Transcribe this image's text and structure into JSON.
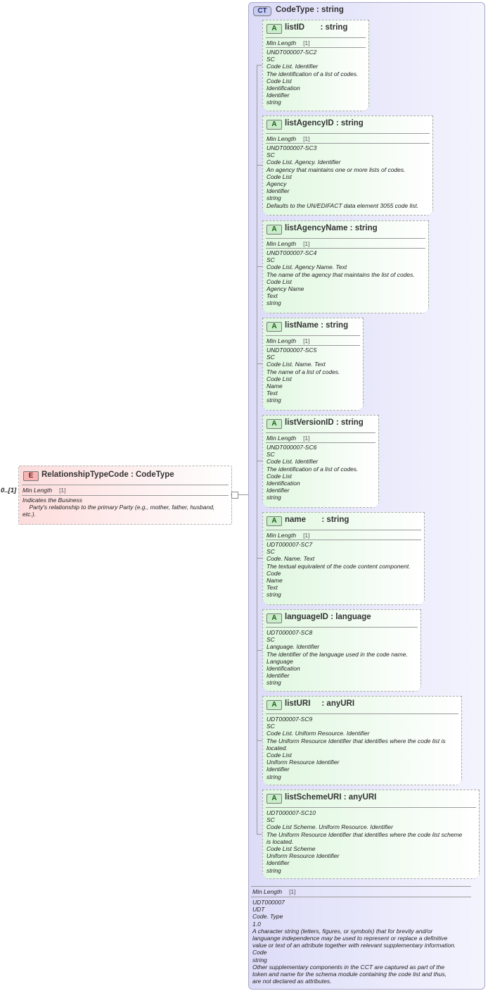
{
  "element": {
    "badge": "E",
    "title": "RelationshipTypeCode : CodeType",
    "multiplicity": "0..[1]",
    "facet_label": "Min Length",
    "facet_value": "[1]",
    "doc": "Indicates the Business\n    Party's relationship to the primary Party (e.g., mother, father, husband,\netc.)."
  },
  "complex_type": {
    "badge": "CT",
    "title": "CodeType : string",
    "facet_label": "Min Length",
    "facet_value": "[1]",
    "doc": "UDT000007\nUDT\nCode. Type\n1.0\nA character string (letters, figures, or symbols) that for brevity and/or\nlanguange independence may be used to represent or replace a definitive\nvalue or text of an attribute together with relevant supplementary information.\nCode\nstring\nOther supplementary components in the CCT are captured as part of the\ntoken and name for the schema module containing the code list and thus,\nare not declared as attributes."
  },
  "attributes": [
    {
      "badge": "A",
      "title": "listID       : string",
      "facet_label": "Min Length",
      "facet_value": "[1]",
      "doc": "UNDT000007-SC2\nSC\nCode List. Identifier\nThe identification of a list of codes.\nCode List\nIdentification\nIdentifier\nstring"
    },
    {
      "badge": "A",
      "title": "listAgencyID : string",
      "facet_label": "Min Length",
      "facet_value": "[1]",
      "doc": "UNDT000007-SC3\nSC\nCode List. Agency. Identifier\nAn agency that maintains one or more lists of codes.\nCode List\nAgency\nIdentifier\nstring\nDefaults to the UN/EDIFACT data element 3055 code list."
    },
    {
      "badge": "A",
      "title": "listAgencyName : string",
      "facet_label": "Min Length",
      "facet_value": "[1]",
      "doc": "UNDT000007-SC4\nSC\nCode List. Agency Name. Text\nThe name of the agency that maintains the list of codes.\nCode List\nAgency Name\nText\nstring"
    },
    {
      "badge": "A",
      "title": "listName : string",
      "facet_label": "Min Length",
      "facet_value": "[1]",
      "doc": "UNDT000007-SC5\nSC\nCode List. Name. Text\nThe name of a list of codes.\nCode List\nName\nText\nstring"
    },
    {
      "badge": "A",
      "title": "listVersionID : string",
      "facet_label": "Min Length",
      "facet_value": "[1]",
      "doc": "UNDT000007-SC6\nSC\nCode List. Identifier\nThe identification of a list of codes.\nCode List\nIdentification\nIdentifier\nstring"
    },
    {
      "badge": "A",
      "title": "name       : string",
      "facet_label": "Min Length",
      "facet_value": "[1]",
      "doc": "UDT000007-SC7\nSC\nCode. Name. Text\nThe textual equivalent of the code content component.\nCode\nName\nText\nstring"
    },
    {
      "badge": "A",
      "title": "languageID : language",
      "facet_label": "",
      "facet_value": "",
      "doc": "UDT000007-SC8\nSC\nLanguage. Identifier\nThe identifier of the language used in the code name.\nLanguage\nIdentification\nIdentifier\nstring"
    },
    {
      "badge": "A",
      "title": "listURI     : anyURI",
      "facet_label": "",
      "facet_value": "",
      "doc": "UDT000007-SC9\nSC\nCode List. Uniform Resource. Identifier\nThe Uniform Resource Identifier that identifies where the code list is\nlocated.\nCode List\nUniform Resource Identifier\nIdentifier\nstring"
    },
    {
      "badge": "A",
      "title": "listSchemeURI : anyURI",
      "facet_label": "",
      "facet_value": "",
      "doc": "UDT000007-SC10\nSC\nCode List Scheme. Uniform Resource. Identifier\nThe Uniform Resource Identifier that identifies where the code list scheme\nis located.\nCode List Scheme\nUniform Resource Identifier\nIdentifier\nstring"
    }
  ]
}
